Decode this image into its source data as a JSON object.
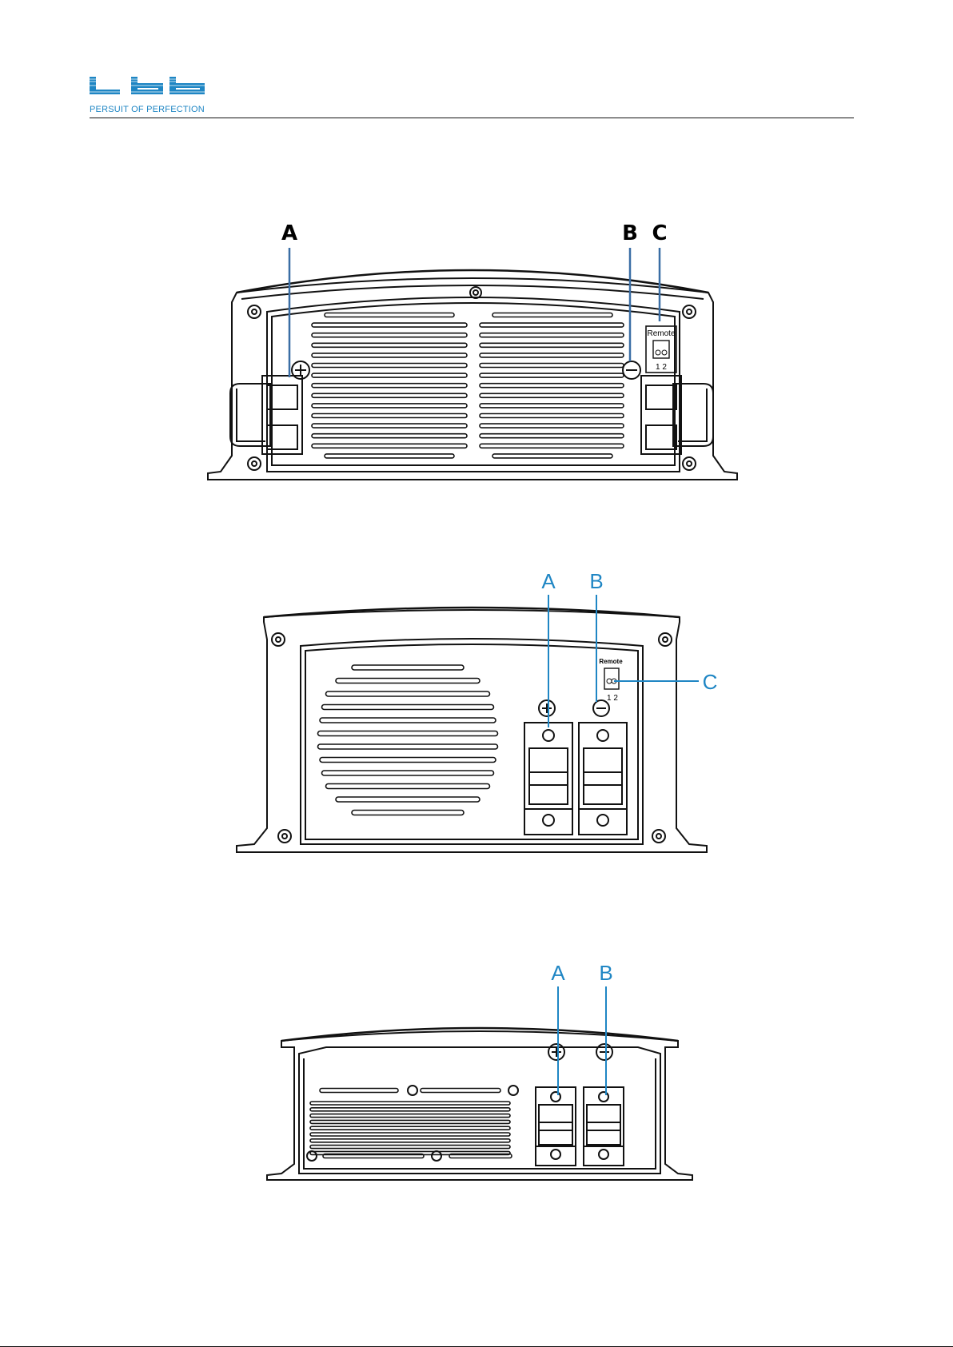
{
  "header": {
    "brand_name": "tbb",
    "tagline": "PERSUIT OF PERFECTION",
    "brand_color": "#1f86c4"
  },
  "figures": [
    {
      "labels": {
        "a": "A",
        "b": "B",
        "c": "C"
      },
      "remote_label": "Remote",
      "remote_pins": "1 2",
      "label_style": "black bold"
    },
    {
      "labels": {
        "a": "A",
        "b": "B",
        "c": "C"
      },
      "remote_label": "Remote",
      "remote_pins": "1 2",
      "label_style": "blue"
    },
    {
      "labels": {
        "a": "A",
        "b": "B"
      },
      "label_style": "blue"
    }
  ],
  "colors": {
    "line": "#111111",
    "callout_blue": "#1f86c4",
    "callout_line": "#3a6ea5"
  },
  "icons": [
    "plus-terminal-icon",
    "minus-terminal-icon",
    "screw-icon"
  ]
}
